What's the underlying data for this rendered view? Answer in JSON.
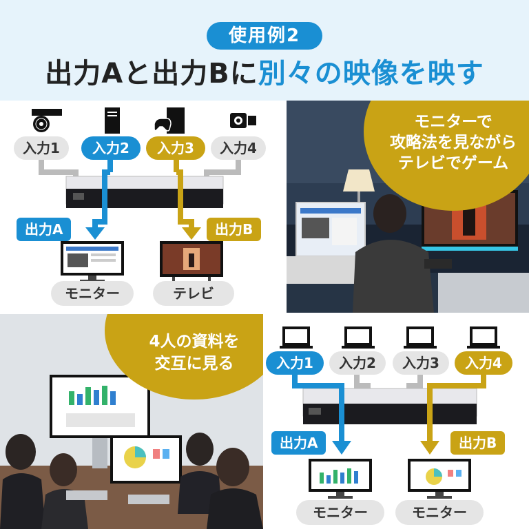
{
  "header": {
    "badge": "使用例2",
    "headline_part1": "出力Aと出力Bに",
    "headline_part2": "別々の映像を映す"
  },
  "panel1": {
    "inputs": [
      "入力1",
      "入力2",
      "入力3",
      "入力4"
    ],
    "output_a": "出力A",
    "output_b": "出力B",
    "display_a": "モニター",
    "display_b": "テレビ"
  },
  "panel2": {
    "callout_line1": "モニターで",
    "callout_line2": "攻略法を見ながら",
    "callout_line3": "テレビでゲーム"
  },
  "panel3": {
    "callout_line1": "4人の資料を",
    "callout_line2": "交互に見る"
  },
  "panel4": {
    "inputs": [
      "入力1",
      "入力2",
      "入力3",
      "入力4"
    ],
    "output_a": "出力A",
    "output_b": "出力B",
    "display_a": "モニター",
    "display_b": "モニター"
  },
  "colors": {
    "blue": "#1a8fd3",
    "gold": "#c9a315",
    "gray": "#e5e5e5"
  }
}
